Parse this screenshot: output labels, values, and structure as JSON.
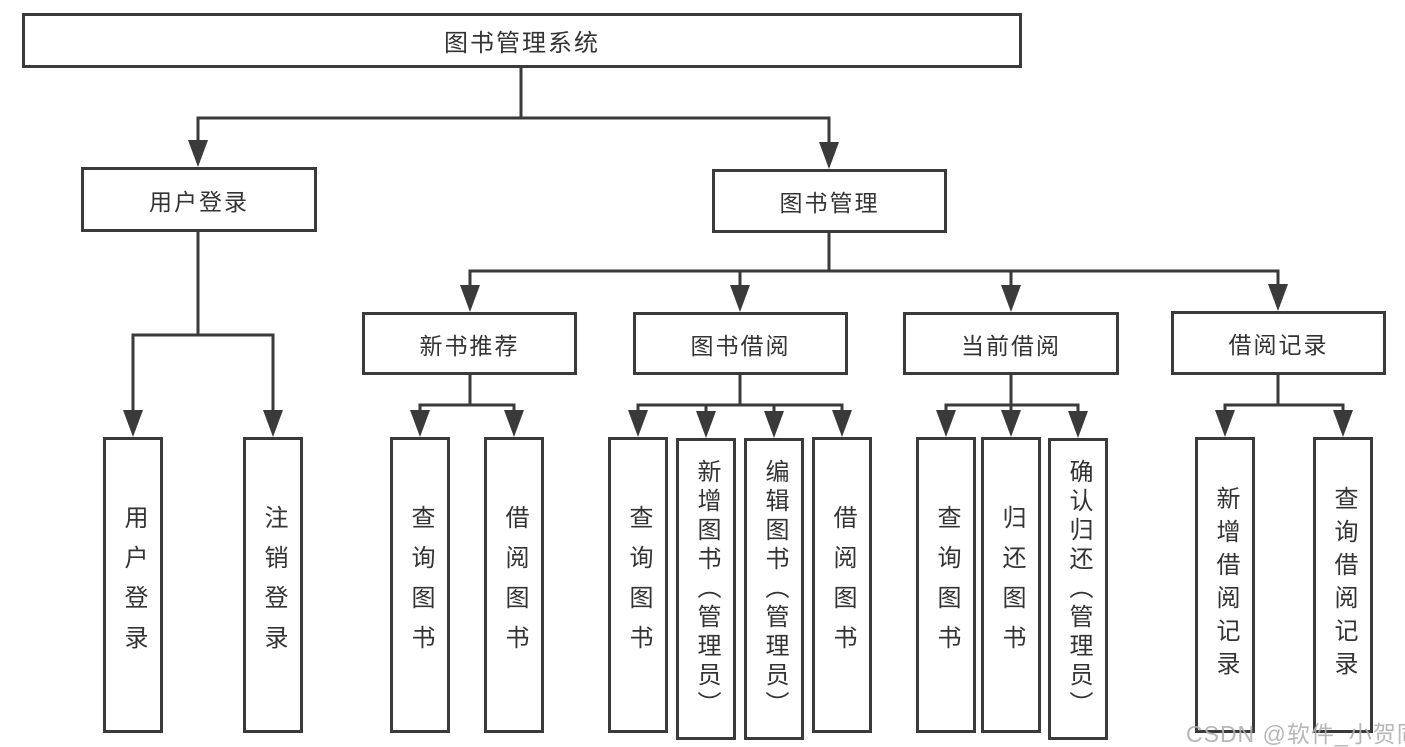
{
  "diagram": {
    "root": {
      "label": "图书管理系统"
    },
    "user_login": {
      "label": "用户登录",
      "leaves": [
        "用户登录",
        "注销登录"
      ]
    },
    "book_mgmt": {
      "label": "图书管理"
    },
    "new_books": {
      "label": "新书推荐",
      "leaves": [
        "查询图书",
        "借阅图书"
      ]
    },
    "book_borrow": {
      "label": "图书借阅",
      "leaves": [
        "查询图书",
        "新增图书（管理员）",
        "编辑图书（管理员）",
        "借阅图书"
      ]
    },
    "current_borrow": {
      "label": "当前借阅",
      "leaves": [
        "查询图书",
        "归还图书",
        "确认归还（管理员）"
      ]
    },
    "borrow_records": {
      "label": "借阅记录",
      "leaves": [
        "新增借阅记录",
        "查询借阅记录"
      ]
    }
  },
  "watermark": {
    "text": "CSDN @软件_小贺同学"
  },
  "colors": {
    "line": "#3a3a3a",
    "text": "#333333",
    "watermark": "#b0b0b0",
    "background": "#ffffff"
  }
}
